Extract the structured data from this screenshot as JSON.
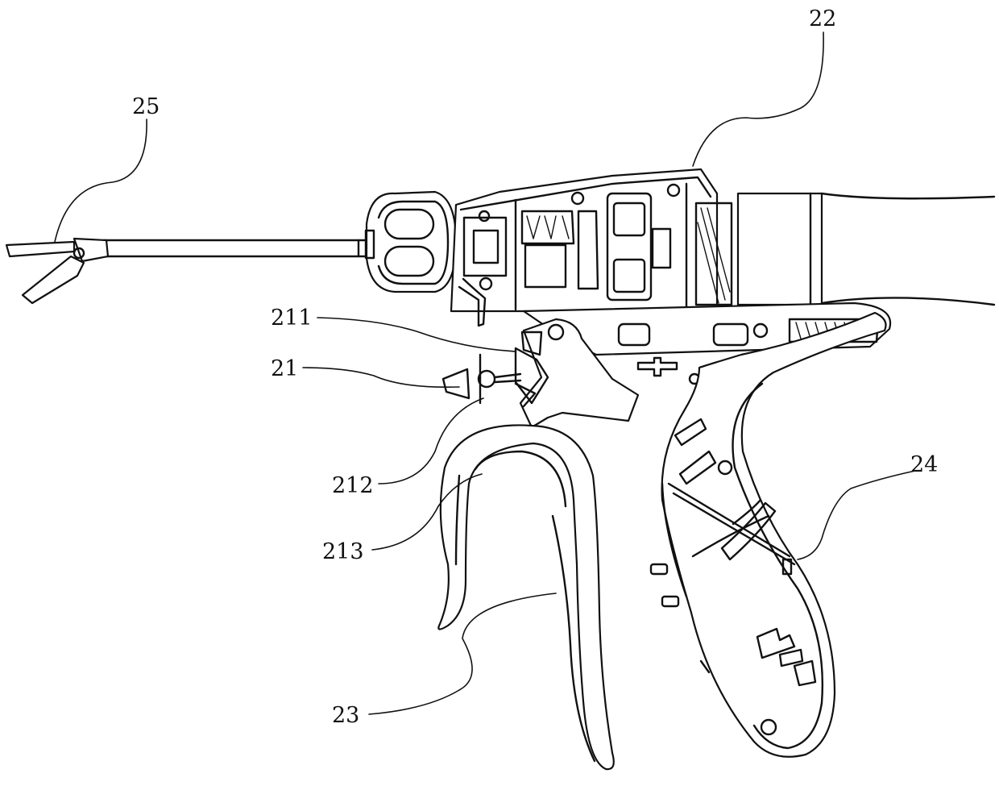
{
  "figure": {
    "labels": {
      "jaw": "25",
      "housing": "22",
      "lock_assembly": "211",
      "trigger_mechanism": "21",
      "catch": "212",
      "spring": "213",
      "squeeze_handle": "24",
      "trigger_lever": "23"
    }
  }
}
